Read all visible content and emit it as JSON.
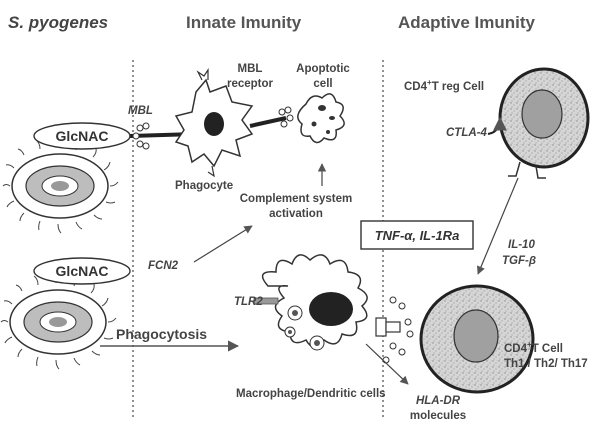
{
  "headers": {
    "organism": "S. pyogenes",
    "innate": "Innate Imunity",
    "adaptive": "Adaptive Imunity"
  },
  "labels": {
    "glcnac_top": "GlcNAC",
    "glcnac_bottom": "GlcNAC",
    "mbl": "MBL",
    "mbl_receptor_line1": "MBL",
    "mbl_receptor_line2": "receptor",
    "apoptotic_line1": "Apoptotic",
    "apoptotic_line2": "cell",
    "phagocyte": "Phagocyte",
    "complement_line1": "Complement system",
    "complement_line2": "activation",
    "fcn2": "FCN2",
    "tlr2": "TLR2",
    "phagocytosis": "Phagocytosis",
    "macrophage": "Macrophage/Dendritic cells",
    "cytokines": "TNF-α, IL-1Ra",
    "treg_prefix": "CD4",
    "treg_sup": "+",
    "treg_suffix": "T reg Cell",
    "ctla4": "CTLA-4",
    "il10": "IL-10",
    "tgfb": "TGF-β",
    "tcell_prefix": "CD4",
    "tcell_sup": "+",
    "tcell_suffix": "T Cell",
    "th_subsets": "Th1 / Th2/ Th17",
    "hladr_line1": "HLA-DR",
    "hladr_line2": "molecules"
  },
  "colors": {
    "text": "#444444",
    "cell_fill": "#d9d9d9",
    "nucleus_fill": "#9a9a9a",
    "dark": "#222222"
  }
}
